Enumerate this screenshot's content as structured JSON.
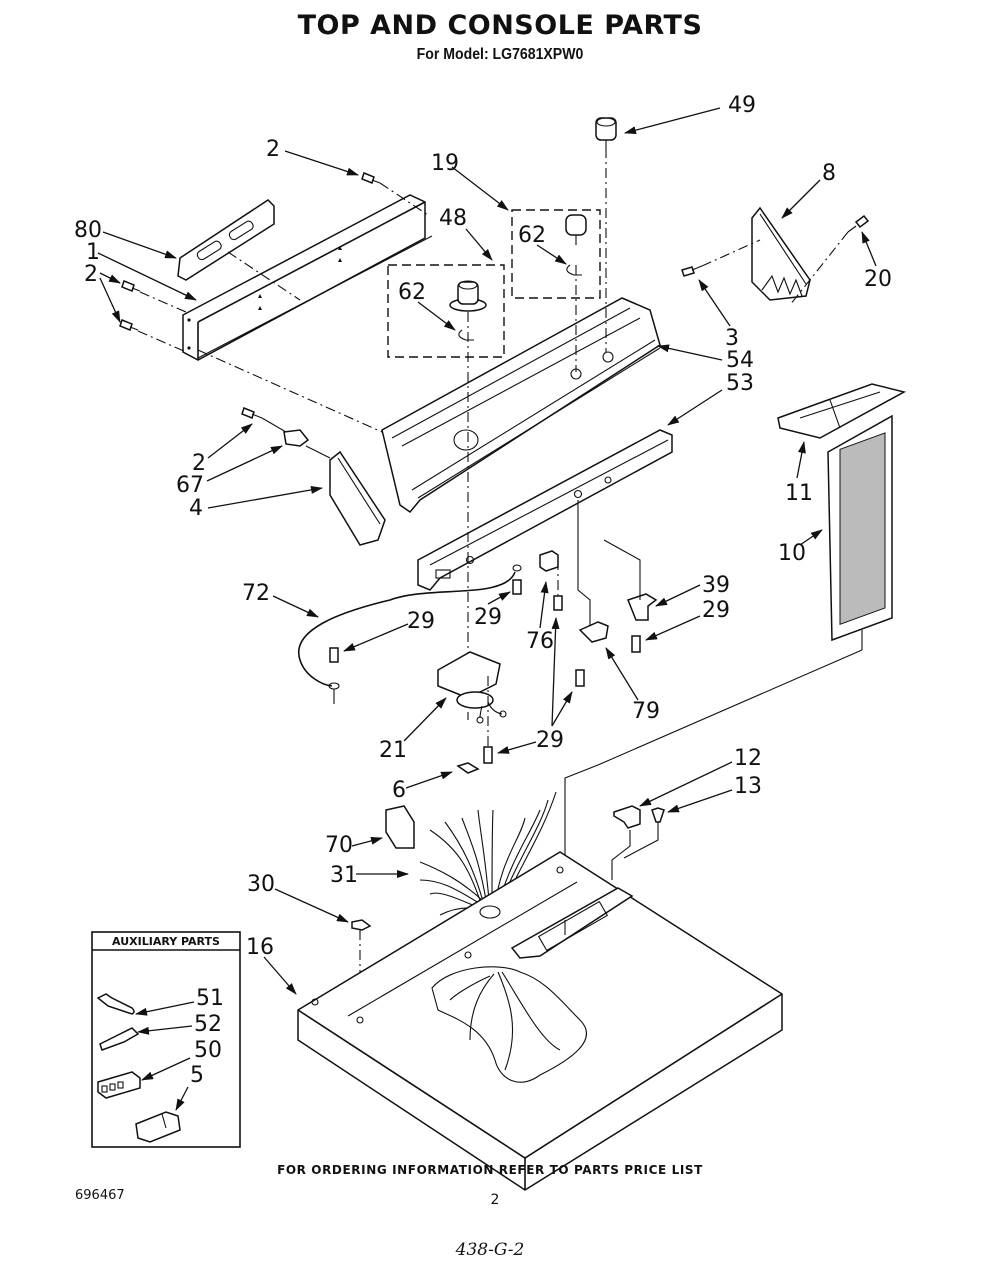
{
  "header": {
    "title": "TOP AND CONSOLE PARTS",
    "subtitle": "For Model: LG7681XPW0"
  },
  "callouts": [
    {
      "id": "c-2a",
      "label": "2",
      "part": "screw"
    },
    {
      "id": "c-80",
      "label": "80",
      "part": "bracket"
    },
    {
      "id": "c-1",
      "label": "1",
      "part": "console-backing-panel"
    },
    {
      "id": "c-2b",
      "label": "2",
      "part": "screw"
    },
    {
      "id": "c-19",
      "label": "19",
      "part": "knob-assembly"
    },
    {
      "id": "c-62a",
      "label": "62",
      "part": "clip"
    },
    {
      "id": "c-48",
      "label": "48",
      "part": "knob-assembly"
    },
    {
      "id": "c-62b",
      "label": "62",
      "part": "clip"
    },
    {
      "id": "c-49",
      "label": "49",
      "part": "knob"
    },
    {
      "id": "c-8",
      "label": "8",
      "part": "end-cap"
    },
    {
      "id": "c-20",
      "label": "20",
      "part": "screw"
    },
    {
      "id": "c-3",
      "label": "3",
      "part": "screw"
    },
    {
      "id": "c-54",
      "label": "54",
      "part": "console"
    },
    {
      "id": "c-53",
      "label": "53",
      "part": "console-mounting-bracket"
    },
    {
      "id": "c-11",
      "label": "11",
      "part": "lint-screen-cover"
    },
    {
      "id": "c-10",
      "label": "10",
      "part": "lint-screen"
    },
    {
      "id": "c-2c",
      "label": "2",
      "part": "screw"
    },
    {
      "id": "c-67",
      "label": "67",
      "part": "clip"
    },
    {
      "id": "c-4",
      "label": "4",
      "part": "end-cap"
    },
    {
      "id": "c-72",
      "label": "72",
      "part": "ground-wire"
    },
    {
      "id": "c-29a",
      "label": "29",
      "part": "screw"
    },
    {
      "id": "c-29b",
      "label": "29",
      "part": "screw"
    },
    {
      "id": "c-76",
      "label": "76",
      "part": "switch"
    },
    {
      "id": "c-39",
      "label": "39",
      "part": "switch"
    },
    {
      "id": "c-29c",
      "label": "29",
      "part": "screw"
    },
    {
      "id": "c-79",
      "label": "79",
      "part": "switch"
    },
    {
      "id": "c-29d",
      "label": "29",
      "part": "screw"
    },
    {
      "id": "c-21",
      "label": "21",
      "part": "timer"
    },
    {
      "id": "c-29e",
      "label": "29",
      "part": "screw"
    },
    {
      "id": "c-6",
      "label": "6",
      "part": "wire-clip"
    },
    {
      "id": "c-12",
      "label": "12",
      "part": "clip"
    },
    {
      "id": "c-13",
      "label": "13",
      "part": "screw"
    },
    {
      "id": "c-70",
      "label": "70",
      "part": "strain-relief"
    },
    {
      "id": "c-31",
      "label": "31",
      "part": "wire-harness"
    },
    {
      "id": "c-30",
      "label": "30",
      "part": "clip"
    },
    {
      "id": "c-16",
      "label": "16",
      "part": "top-panel"
    }
  ],
  "auxiliary_parts": {
    "title": "AUXILIARY PARTS",
    "items": [
      {
        "label": "51",
        "part": "terminal"
      },
      {
        "label": "52",
        "part": "terminal"
      },
      {
        "label": "50",
        "part": "connector-block"
      },
      {
        "label": "5",
        "part": "connector-housing"
      }
    ]
  },
  "footer": {
    "ordering_note": "FOR ORDERING INFORMATION REFER TO PARTS PRICE LIST",
    "doc_number": "696467",
    "page_number": "2",
    "handwritten_ref": "438-G-2"
  }
}
